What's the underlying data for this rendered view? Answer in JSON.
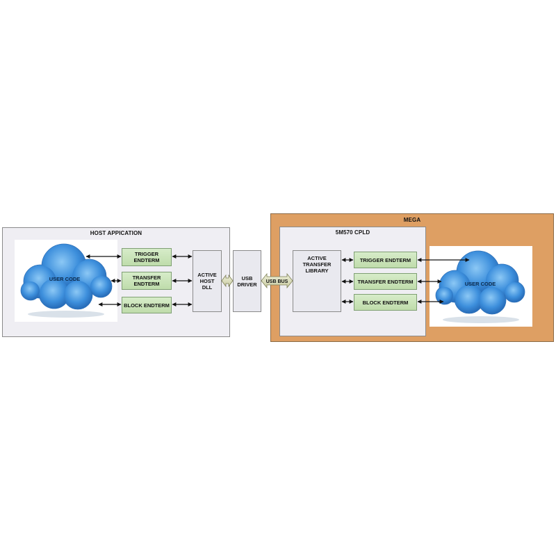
{
  "host": {
    "title": "HOST APPICATION",
    "user_code": "USER CODE",
    "trigger": "TRIGGER\nENDTERM",
    "transfer": "TRANSFER\nENDTERM",
    "block": "BLOCK ENDTERM",
    "dll": "ACTIVE\nHOST\nDLL",
    "usb_driver": "USB\nDRIVER"
  },
  "usb_bus": "USB BUS",
  "mega": {
    "title": "MEGA",
    "cpld_title": "5M570 CPLD",
    "library": "ACTIVE\nTRANSFER\nLIBRARY",
    "trigger": "TRIGGER ENDTERM",
    "transfer": "TRANSFER ENDTERM",
    "block": "BLOCK ENDTERM",
    "user_code": "USER CODE"
  },
  "colors": {
    "mega_background": "#de9f63",
    "endterm_green": "#c9e4b6",
    "cloud_blue": "#3d8fdc"
  }
}
